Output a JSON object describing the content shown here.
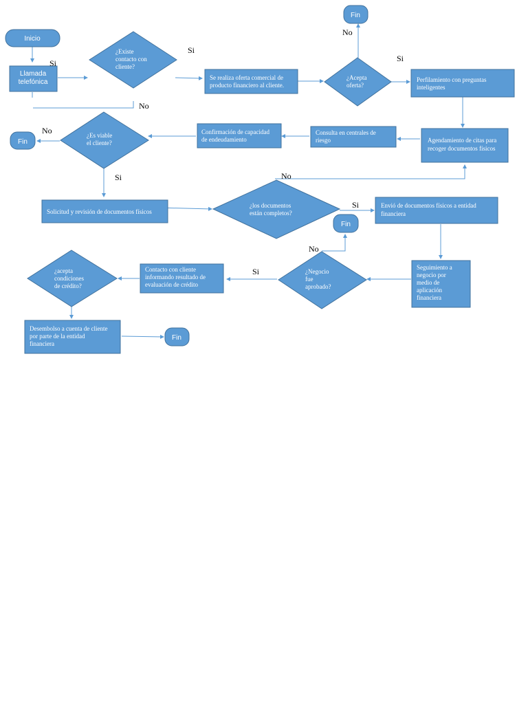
{
  "nodes": {
    "inicio": "Inicio",
    "llamada": [
      "Llamada",
      "telefónica"
    ],
    "existe_contacto": [
      "¿Existe",
      "contacto con",
      "cliente?"
    ],
    "oferta_comercial": [
      "Se realiza oferta comercial de",
      "producto financiero al cliente."
    ],
    "acepta_oferta": [
      "¿Acepta",
      "oferta?"
    ],
    "perfilamiento": [
      "Perfilamiento con preguntas",
      "inteligentes"
    ],
    "fin_top": "Fin",
    "agendamiento": [
      "Agendamiento de citas para",
      "recoger documentos físicos"
    ],
    "consulta_centrales": [
      "Consulta en centrales de",
      "riesgo"
    ],
    "confirmacion": [
      "Confirmación de capacidad",
      "de endeudamiento"
    ],
    "es_viable": [
      "¿Es viable",
      "el cliente?"
    ],
    "fin_left": "Fin",
    "solicitud": "Solicitud y revisión de documentos físicos",
    "docs_completos": [
      "¿los documentos",
      "están completos?"
    ],
    "envio_docs": [
      "Envió de documentos físicos a entidad",
      "financiera"
    ],
    "fin_mid": "Fin",
    "seguimiento": [
      "Seguimiento a",
      "negocio por",
      "medio de",
      "aplicación",
      "financiera"
    ],
    "negocio_aprobado": [
      "¿Negocio",
      "fue",
      "aprobado?"
    ],
    "contacto_resultado": [
      "Contacto con cliente",
      "informando resultado de",
      "evaluación de crédito"
    ],
    "acepta_condiciones": [
      "¿acepta",
      "condiciones",
      "de crédito?"
    ],
    "desembolso": [
      "Desembolso a cuenta de cliente",
      "por parte de la entidad",
      "financiera"
    ],
    "fin_bottom": "Fin"
  },
  "edge_labels": {
    "si_1": "Si",
    "si_2": "Si",
    "no_1": "No",
    "no_2": "No",
    "si_3": "Si",
    "no_3": "No",
    "si_4": "Si",
    "no_4": "No",
    "si_5": "Si",
    "no_5": "No",
    "si_6": "Si"
  },
  "colors": {
    "fill": "#5b9bd5",
    "stroke": "#41719c",
    "text_on_shape": "#ffffff",
    "edge_text": "#000000"
  }
}
